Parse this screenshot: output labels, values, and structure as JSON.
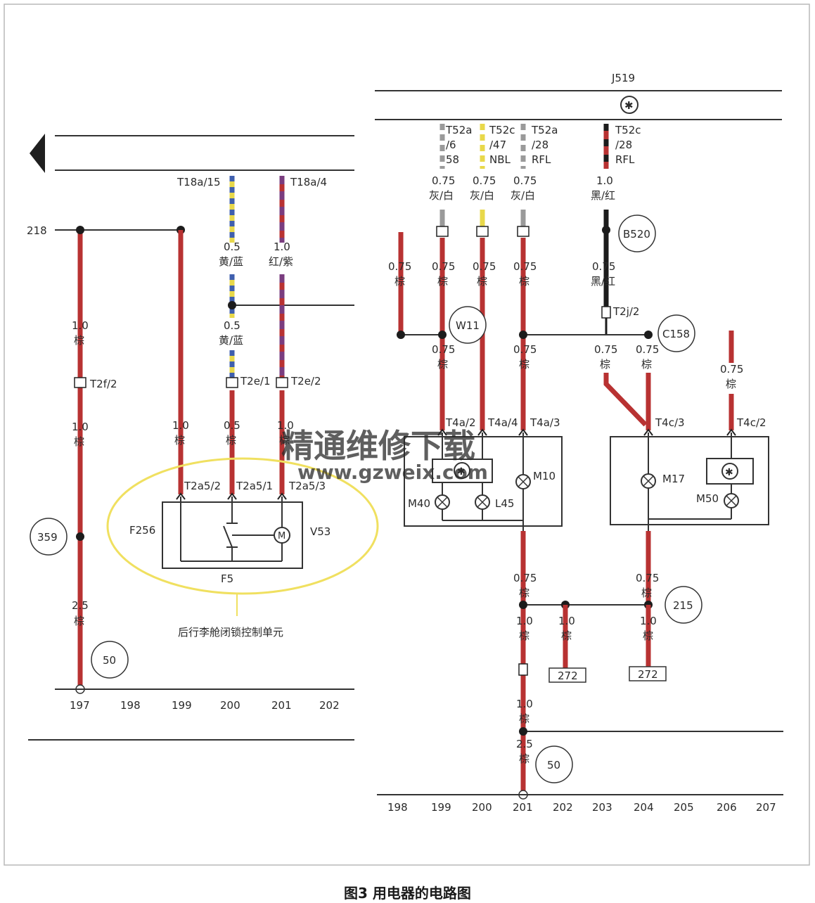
{
  "caption": "图3 用电器的电路图",
  "watermark": {
    "line1": "精通维修下载",
    "line2": "www.gzweix.com"
  },
  "colors": {
    "wire_brown": "#b83232",
    "wire_purple": "#7a3d7f",
    "wire_yellow": "#e8d84a",
    "wire_blue": "#3f5fae",
    "wire_grey": "#9a9a9a",
    "wire_black": "#1c1c1c",
    "highlight_ellipse": "#f0e060",
    "watermark": "#e37b3a"
  },
  "left": {
    "node_218": "218",
    "conn_t18a15": "T18a/15",
    "conn_t18a4": "T18a/4",
    "w1_size": "0.5",
    "w1_color": "黄/蓝",
    "w2_size": "1.0",
    "w2_color": "红/紫",
    "w3_size": "0.5",
    "w3_color": "黄/蓝",
    "w4_size": "1.0",
    "w4_color": "棕",
    "conn_t2f2": "T2f/2",
    "conn_t2e1": "T2e/1",
    "conn_t2e2": "T2e/2",
    "w5_size": "1.0",
    "w5_color": "棕",
    "w6_size": "1.0",
    "w6_color": "棕",
    "w7_size": "0.5",
    "w7_color": "棕",
    "w8_size": "1.0",
    "w8_color": "棕",
    "pin_t2a52": "T2a5/2",
    "pin_t2a51": "T2a5/1",
    "pin_t2a53": "T2a5/3",
    "f256": "F256",
    "v53": "V53",
    "f5": "F5",
    "unit_label": "后行李舱闭锁控制单元",
    "circle_359": "359",
    "w9_size": "2.5",
    "w9_color": "棕",
    "circle_50": "50",
    "ruler": [
      "197",
      "198",
      "199",
      "200",
      "201",
      "202"
    ]
  },
  "right": {
    "j519": "J519",
    "c1_a": "T52a",
    "c1_b": "/6",
    "c1_c": "58",
    "c2_a": "T52c",
    "c2_b": "/47",
    "c2_c": "NBL",
    "c3_a": "T52a",
    "c3_b": "/28",
    "c3_c": "RFL",
    "c4_a": "T52c",
    "c4_b": "/28",
    "c4_c": "RFL",
    "g1_size": "0.75",
    "g1_color": "灰/白",
    "g2_size": "0.75",
    "g2_color": "灰/白",
    "g3_size": "0.75",
    "g3_color": "灰/白",
    "k1_size": "1.0",
    "k1_color": "黑/红",
    "b520": "B520",
    "b1_size": "0.75",
    "b1_color": "棕",
    "b2_size": "0.75",
    "b2_color": "棕",
    "b3_size": "0.75",
    "b3_color": "棕",
    "b4_size": "0.75",
    "b4_color": "棕",
    "k2_size": "0.75",
    "k2_color": "黑/红",
    "t2j2": "T2j/2",
    "w11": "W11",
    "c158": "C158",
    "b5_size": "0.75",
    "b5_color": "棕",
    "b6_size": "0.75",
    "b6_color": "棕",
    "b7_size": "0.75",
    "b7_color": "棕",
    "b8_size": "0.75",
    "b8_color": "棕",
    "b9_size": "0.75",
    "b9_color": "棕",
    "t4a2": "T4a/2",
    "t4a4": "T4a/4",
    "t4a3": "T4a/3",
    "t4c3": "T4c/3",
    "t4c2": "T4c/2",
    "m10": "M10",
    "m40": "M40",
    "l45": "L45",
    "m17": "M17",
    "m50": "M50",
    "b10_size": "0.75",
    "b10_color": "棕",
    "b11_size": "0.75",
    "b11_color": "棕",
    "circle_215": "215",
    "d1_size": "1.0",
    "d1_color": "棕",
    "d2_size": "1.0",
    "d2_color": "棕",
    "d3_size": "1.0",
    "d3_color": "棕",
    "ref_272a": "272",
    "ref_272b": "272",
    "e1_size": "1.0",
    "e1_color": "棕",
    "e2_size": "2.5",
    "e2_color": "棕",
    "circle_50": "50",
    "ruler": [
      "198",
      "199",
      "200",
      "201",
      "202",
      "203",
      "204",
      "205",
      "206",
      "207"
    ]
  }
}
